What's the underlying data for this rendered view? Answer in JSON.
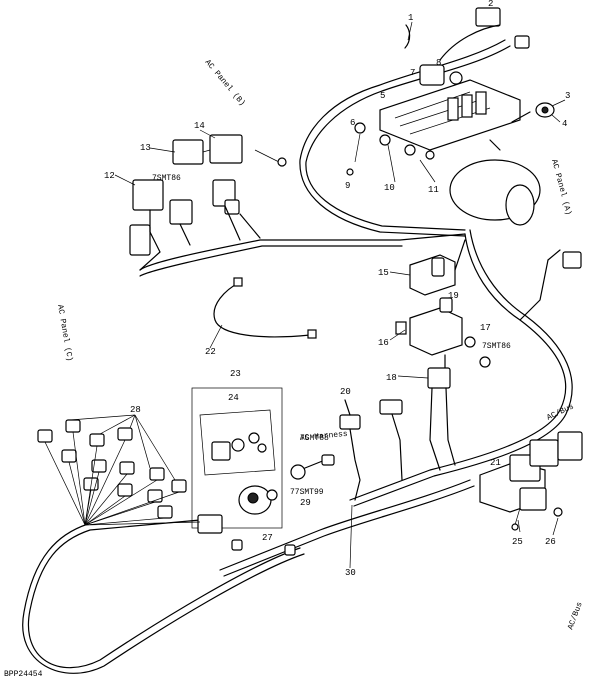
{
  "figure_code": "BPP24454",
  "callouts": {
    "c1": "1",
    "c2": "2",
    "c3": "3",
    "c4": "4",
    "c5": "5",
    "c6": "6",
    "c7": "7",
    "c8": "8",
    "c9": "9",
    "c10": "10",
    "c11": "11",
    "c12": "12",
    "c13": "13",
    "c14": "14",
    "c15": "15",
    "c16": "16",
    "c17": "17",
    "c18": "18",
    "c19": "19",
    "c20": "20",
    "c21": "21",
    "c22": "22",
    "c23": "23",
    "c24": "24",
    "c25": "25",
    "c26": "26",
    "c27": "27",
    "c28": "28",
    "c29": "29",
    "c30": "30"
  },
  "part_refs": {
    "r1": "77SMT99",
    "r2": "7SMT86",
    "r3": "7SMT86",
    "r4": "7SMT88"
  },
  "rotated_labels": {
    "l1": "AC Panel (B)",
    "l2": "AC Panel (A)",
    "l3": "AC Panel (C)",
    "l4": "AC/Bus",
    "l5": "AC Harness",
    "l6": "AC/Bus"
  }
}
